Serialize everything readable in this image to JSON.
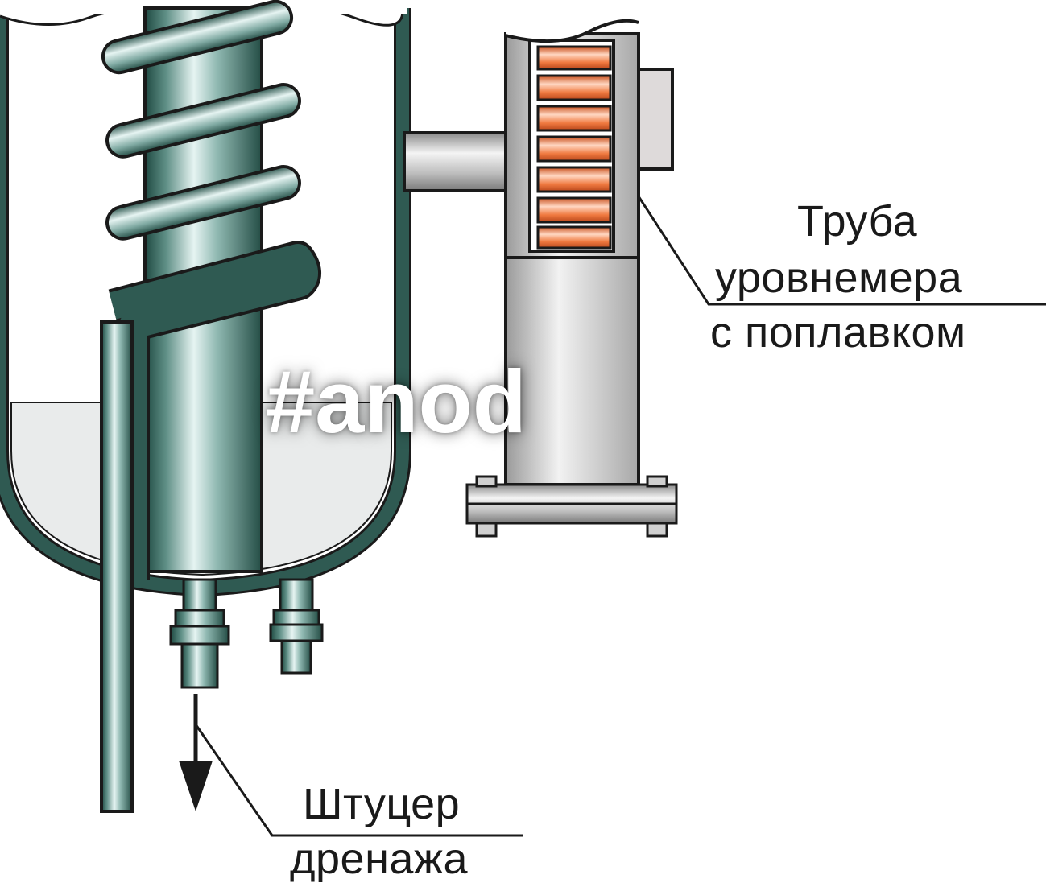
{
  "labels": {
    "level_pipe_line1": "Труба",
    "level_pipe_line2": "уровнемера",
    "level_pipe_line3": "с поплавком",
    "drain_line1": "Штуцер",
    "drain_line2": "дренажа"
  },
  "watermark": "#anod",
  "colors": {
    "pipe_teal": "#2f5a52",
    "pipe_highlight": "#d8ecea",
    "liquid": "#e9ebeb",
    "float_orange": "#e8642a",
    "metal_gray": "#cfcfcf",
    "outline": "#1a1a1a"
  }
}
